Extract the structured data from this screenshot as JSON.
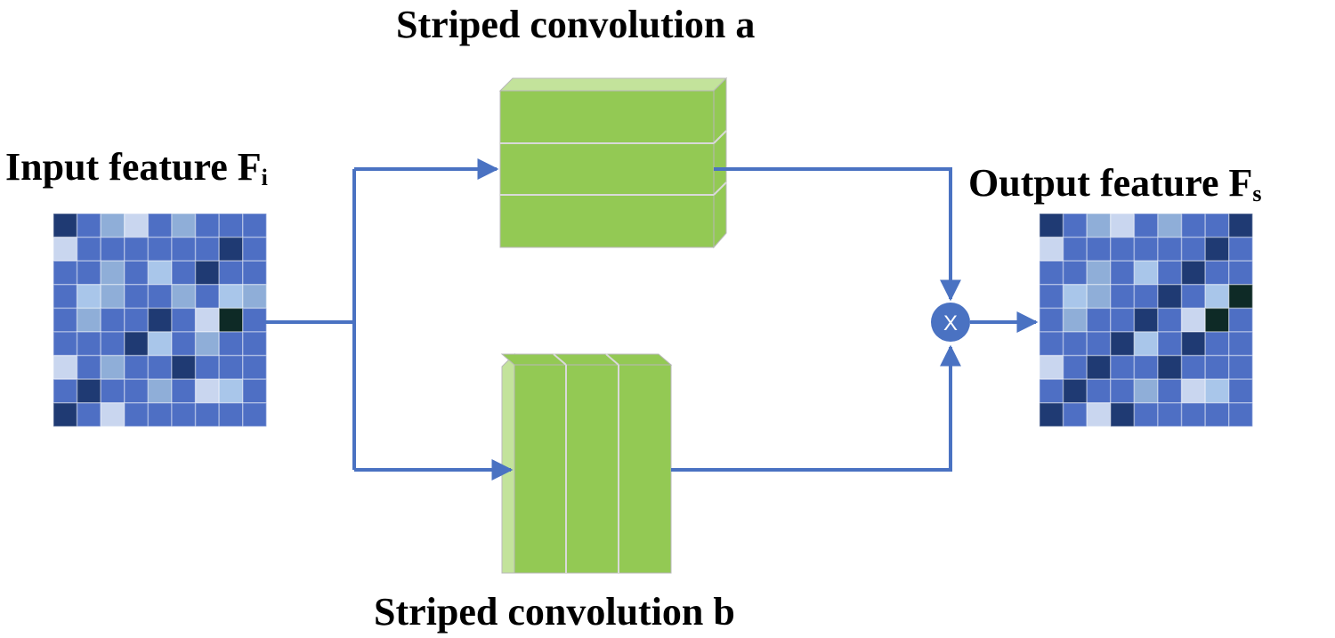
{
  "labels": {
    "conv_a": "Striped convolution a",
    "conv_b": "Striped convolution b",
    "input_main": "Input feature F",
    "input_sub": "i",
    "output_main": "Output feature F",
    "output_sub": "s",
    "multiply_symbol": "X"
  },
  "colors": {
    "arrow": "#4a72c2",
    "block_front": "#93c954",
    "block_side": "#c3e39b",
    "block_edge": "#b8b8b8",
    "node_fill": "#4a72c2",
    "node_text": "#ffffff"
  },
  "input_grid": [
    [
      "#1f3a73",
      "#4e6fc4",
      "#8faed8",
      "#c9d6ef",
      "#4e6fc4",
      "#8faed8",
      "#4e6fc4",
      "#4e6fc4",
      "#4e6fc4"
    ],
    [
      "#c9d6ef",
      "#4e6fc4",
      "#4e6fc4",
      "#4e6fc4",
      "#4e6fc4",
      "#4e6fc4",
      "#4e6fc4",
      "#1f3a73",
      "#4e6fc4"
    ],
    [
      "#4e6fc4",
      "#4e6fc4",
      "#8faed8",
      "#4e6fc4",
      "#a9c6ea",
      "#4e6fc4",
      "#1f3a73",
      "#4e6fc4",
      "#4e6fc4"
    ],
    [
      "#4e6fc4",
      "#a9c6ea",
      "#8faed8",
      "#4e6fc4",
      "#4e6fc4",
      "#8faed8",
      "#4e6fc4",
      "#a9c6ea",
      "#8faed8"
    ],
    [
      "#4e6fc4",
      "#8faed8",
      "#4e6fc4",
      "#4e6fc4",
      "#1f3a73",
      "#4e6fc4",
      "#c9d6ef",
      "#0e2a26",
      "#4e6fc4"
    ],
    [
      "#4e6fc4",
      "#4e6fc4",
      "#4e6fc4",
      "#1f3a73",
      "#a9c6ea",
      "#4e6fc4",
      "#8faed8",
      "#4e6fc4",
      "#4e6fc4"
    ],
    [
      "#c9d6ef",
      "#4e6fc4",
      "#8faed8",
      "#4e6fc4",
      "#4e6fc4",
      "#1f3a73",
      "#4e6fc4",
      "#4e6fc4",
      "#4e6fc4"
    ],
    [
      "#4e6fc4",
      "#1f3a73",
      "#4e6fc4",
      "#4e6fc4",
      "#8faed8",
      "#4e6fc4",
      "#c9d6ef",
      "#a9c6ea",
      "#4e6fc4"
    ],
    [
      "#1f3a73",
      "#4e6fc4",
      "#c9d6ef",
      "#4e6fc4",
      "#4e6fc4",
      "#4e6fc4",
      "#4e6fc4",
      "#4e6fc4",
      "#4e6fc4"
    ]
  ],
  "output_grid": [
    [
      "#1f3a73",
      "#4e6fc4",
      "#8faed8",
      "#c9d6ef",
      "#4e6fc4",
      "#8faed8",
      "#4e6fc4",
      "#4e6fc4",
      "#1f3a73"
    ],
    [
      "#c9d6ef",
      "#4e6fc4",
      "#4e6fc4",
      "#4e6fc4",
      "#4e6fc4",
      "#4e6fc4",
      "#4e6fc4",
      "#1f3a73",
      "#4e6fc4"
    ],
    [
      "#4e6fc4",
      "#4e6fc4",
      "#8faed8",
      "#4e6fc4",
      "#a9c6ea",
      "#4e6fc4",
      "#1f3a73",
      "#4e6fc4",
      "#4e6fc4"
    ],
    [
      "#4e6fc4",
      "#a9c6ea",
      "#8faed8",
      "#4e6fc4",
      "#4e6fc4",
      "#1f3a73",
      "#4e6fc4",
      "#a9c6ea",
      "#0e2a26"
    ],
    [
      "#4e6fc4",
      "#8faed8",
      "#4e6fc4",
      "#4e6fc4",
      "#1f3a73",
      "#4e6fc4",
      "#c9d6ef",
      "#0e2a26",
      "#4e6fc4"
    ],
    [
      "#4e6fc4",
      "#4e6fc4",
      "#4e6fc4",
      "#1f3a73",
      "#a9c6ea",
      "#4e6fc4",
      "#1f3a73",
      "#4e6fc4",
      "#4e6fc4"
    ],
    [
      "#c9d6ef",
      "#4e6fc4",
      "#1f3a73",
      "#4e6fc4",
      "#4e6fc4",
      "#1f3a73",
      "#4e6fc4",
      "#4e6fc4",
      "#4e6fc4"
    ],
    [
      "#4e6fc4",
      "#1f3a73",
      "#4e6fc4",
      "#4e6fc4",
      "#8faed8",
      "#4e6fc4",
      "#c9d6ef",
      "#a9c6ea",
      "#4e6fc4"
    ],
    [
      "#1f3a73",
      "#4e6fc4",
      "#c9d6ef",
      "#1f3a73",
      "#4e6fc4",
      "#4e6fc4",
      "#4e6fc4",
      "#4e6fc4",
      "#4e6fc4"
    ]
  ]
}
